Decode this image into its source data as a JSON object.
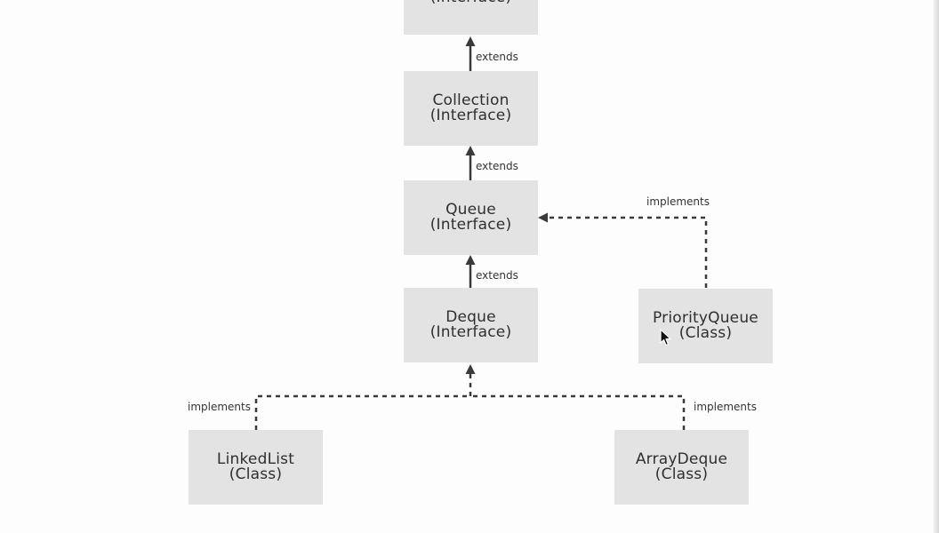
{
  "nodes": {
    "iterable": {
      "name": "",
      "kind": "(Interface)"
    },
    "collection": {
      "name": "Collection",
      "kind": "(Interface)"
    },
    "queue": {
      "name": "Queue",
      "kind": "(Interface)"
    },
    "deque": {
      "name": "Deque",
      "kind": "(Interface)"
    },
    "priorityqueue": {
      "name": "PriorityQueue",
      "kind": "(Class)"
    },
    "linkedlist": {
      "name": "LinkedList",
      "kind": "(Class)"
    },
    "arraydeque": {
      "name": "ArrayDeque",
      "kind": "(Class)"
    }
  },
  "relations": {
    "extends_label": "extends",
    "implements_label": "implements"
  },
  "colors": {
    "box_fill": "#e3e3e3",
    "line": "#3a3a3a",
    "text": "#2f2f2f",
    "background": "#fdfdfd"
  },
  "icons": {
    "cursor": "mouse-pointer-icon"
  }
}
